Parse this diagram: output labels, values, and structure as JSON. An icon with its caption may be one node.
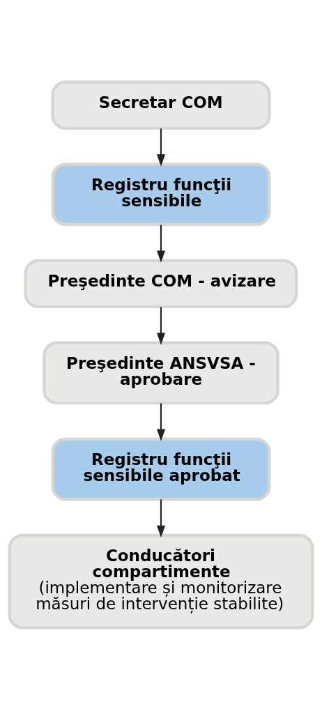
{
  "diagram": {
    "nodes": [
      {
        "text": [
          "Secretar COM"
        ]
      },
      {
        "text": [
          "Registru funcţii sensibile"
        ]
      },
      {
        "text": [
          "Preşedinte COM - avizare"
        ]
      },
      {
        "text": [
          "Preşedinte ANSVSA - aprobare"
        ]
      },
      {
        "text": [
          "Registru funcţii sensibile aprobat"
        ]
      },
      {
        "text": [
          "Conducători compartimente",
          "(implementare și monitorizare măsuri de intervenție stabilite)"
        ]
      }
    ],
    "edges": [
      {
        "from": 0,
        "to": 1,
        "arrow": "to"
      },
      {
        "from": 1,
        "to": 2,
        "arrow": "to"
      },
      {
        "from": 2,
        "to": 3,
        "arrow": "to"
      },
      {
        "from": 3,
        "to": 4,
        "arrow": "to"
      },
      {
        "from": 4,
        "to": 5,
        "arrow": "to"
      }
    ]
  }
}
